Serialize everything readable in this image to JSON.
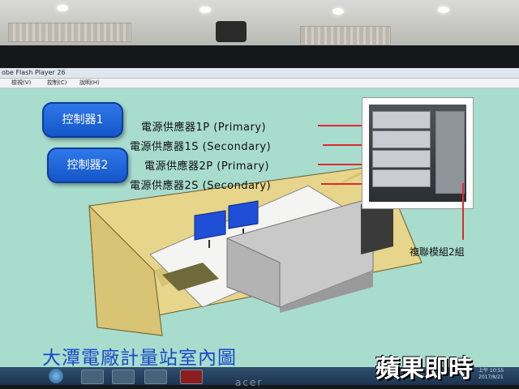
{
  "window": {
    "title": "obe Flash Player 26",
    "menus": [
      "檢視(V)",
      "控制(C)",
      "說明(H)"
    ]
  },
  "controllers": [
    "控制器1",
    "控制器2"
  ],
  "power_supplies": [
    "電源供應器1P (Primary)",
    "電源供應器1S (Secondary)",
    "電源供應器2P (Primary)",
    "電源供應器2S (Secondary)"
  ],
  "module_label": "複聯模組2組",
  "floor_title": "大潭電廠計量站室內圖",
  "taskbar": {
    "time": "上午 10:55",
    "date": "2017/8/21"
  },
  "monitor_brand": "acer",
  "watermark": "蘋果即時",
  "colors": {
    "slide_bg": "#a8dccd",
    "button": "#2f78e8",
    "leader_line": "#e0292e",
    "title_text": "#1a48c8"
  },
  "icons": [
    "start-orb-icon",
    "explorer-icon",
    "media-player-icon",
    "flash-icon"
  ]
}
